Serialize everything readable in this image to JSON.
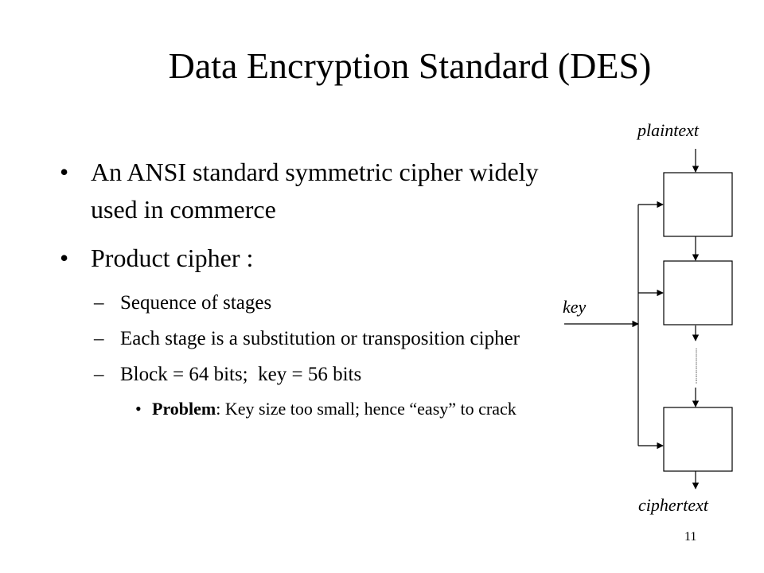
{
  "slide": {
    "title": "Data Encryption Standard (DES)",
    "bullets": [
      {
        "text": "An ANSI standard symmetric cipher widely used in commerce"
      },
      {
        "text": "Product cipher :"
      }
    ],
    "sub_bullets": [
      {
        "text": "Sequence of stages"
      },
      {
        "text": "Each stage is a substitution or transposition cipher"
      },
      {
        "text": "Block = 64 bits;  key = 56 bits"
      }
    ],
    "sub_sub_bullet": {
      "bold": "Problem",
      "text": ": Key size too small; hence “easy” to crack"
    },
    "page_number": "11"
  },
  "diagram": {
    "plaintext_label": "plaintext",
    "key_label": "key",
    "ciphertext_label": "ciphertext"
  },
  "glyphs": {
    "bullet": "•",
    "dash": "–"
  }
}
